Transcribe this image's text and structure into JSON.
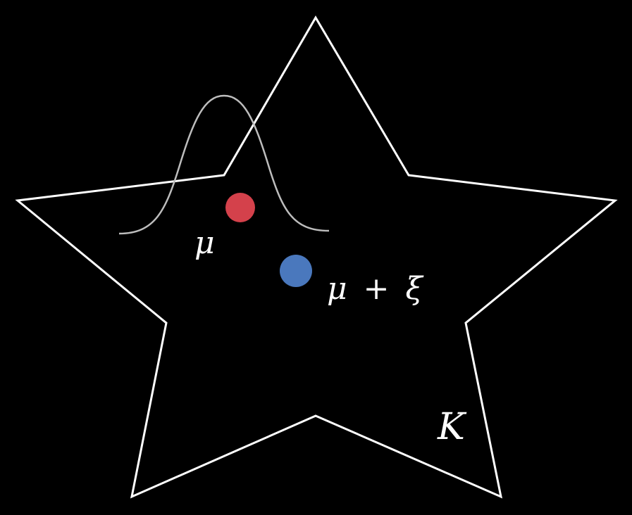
{
  "labels": {
    "mu": "μ",
    "mu_plus_xi_a": "μ",
    "mu_plus_xi_op": "+",
    "mu_plus_xi_b": "ξ",
    "set": "K"
  },
  "colors": {
    "background": "#000000",
    "star_outline": "#ffffff",
    "gaussian_curve": "#bdbdbd",
    "mean_point": "#d4414b",
    "perturbed_point": "#4a78bd",
    "text": "#ffffff"
  },
  "icons": {
    "mean_point": "red-circle",
    "perturbed_point": "blue-circle"
  }
}
